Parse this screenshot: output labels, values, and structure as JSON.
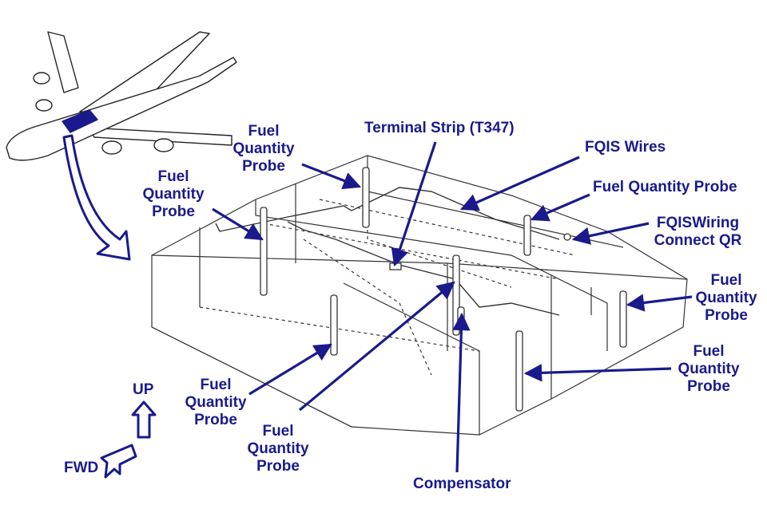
{
  "colors": {
    "label": "#1a1a8c",
    "line": "#1a1a8c",
    "drawing": "#222222"
  },
  "labels": {
    "probe_top_left": "Fuel\nQuantity\nProbe",
    "probe_left": "Fuel\nQuantity\nProbe",
    "terminal_strip": "Terminal Strip (T347)",
    "fqis_wires": "FQIS Wires",
    "probe_right_top": "Fuel Quantity Probe",
    "fqis_wiring_connect": "FQISWiring\nConnect  QR",
    "probe_right_mid": "Fuel\nQuantity\nProbe",
    "probe_right_low": "Fuel\nQuantity\nProbe",
    "probe_bottom_left": "Fuel\nQuantity\nProbe",
    "probe_bottom_center": "Fuel\nQuantity\nProbe",
    "compensator": "Compensator",
    "up": "UP",
    "fwd": "FWD"
  }
}
